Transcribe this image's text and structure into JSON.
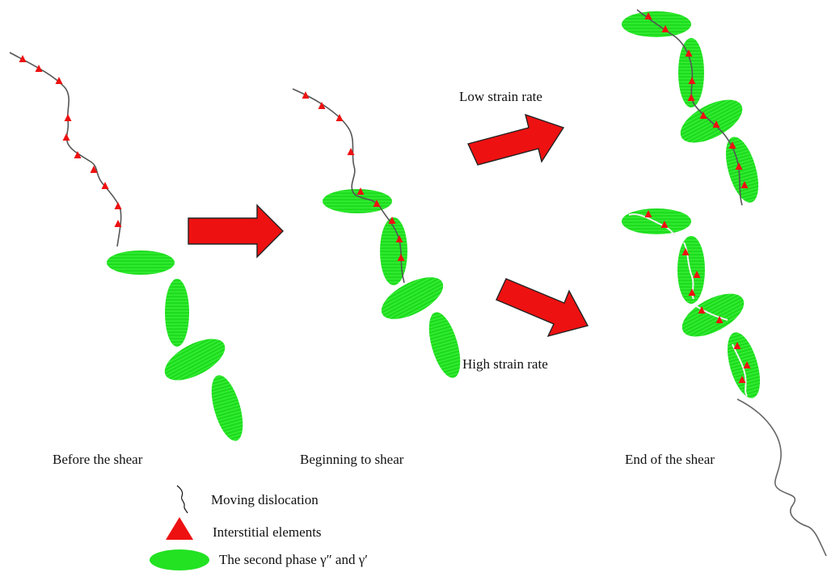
{
  "stages": {
    "before": "Before the shear",
    "beginning": "Beginning to shear",
    "end": "End of the shear"
  },
  "rates": {
    "low": "Low strain rate",
    "high": "High strain rate"
  },
  "legend": {
    "dislocation": "Moving dislocation",
    "interstitial": "Interstitial elements",
    "phase": "The second phase γ″ and γ′"
  },
  "colors": {
    "precipitate": "#22e222",
    "interstitial": "#ee1111",
    "arrow": "#ee1111",
    "dislocation": "#555555"
  }
}
